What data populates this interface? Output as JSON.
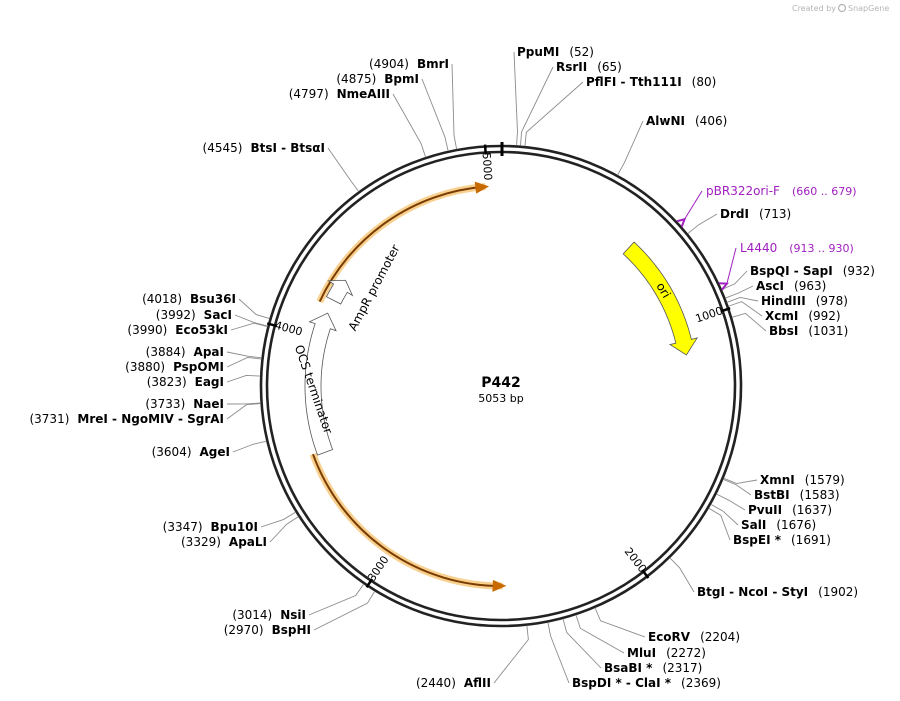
{
  "credit": {
    "created_by": "Created by",
    "brand": "SnapGene"
  },
  "plasmid": {
    "name": "P442",
    "length_label": "5053 bp",
    "length": 5053
  },
  "ticks": [
    "1000",
    "2000",
    "3000",
    "4000",
    "5000"
  ],
  "features": [
    {
      "name": "ori",
      "start": 600,
      "end": 1130,
      "dir": "fwd",
      "color": "#ffff00",
      "kind": "arrow"
    },
    {
      "name": "AmpR promoter",
      "start": 4170,
      "end": 4270,
      "dir": "fwd",
      "color": "#ffffff",
      "kind": "arrow"
    },
    {
      "name": "OCS terminator",
      "start": 3500,
      "end": 4110,
      "dir": "fwd",
      "color": "#ffffff",
      "kind": "arrow"
    }
  ],
  "orfs": [
    {
      "start": 4140,
      "end": 4990,
      "dir": "fwd"
    },
    {
      "start": 2520,
      "end": 3510,
      "dir": "rev"
    }
  ],
  "sites": [
    {
      "name": "PpuMI",
      "pos": "(52)",
      "bp": 52
    },
    {
      "name": "RsrII",
      "pos": "(65)",
      "bp": 65
    },
    {
      "name": "PflFI  -  Tth111I",
      "pos": "(80)",
      "bp": 80
    },
    {
      "name": "AlwNI",
      "pos": "(406)",
      "bp": 406
    },
    {
      "name": "DrdI",
      "pos": "(713)",
      "bp": 713
    },
    {
      "name": "BspQI  -  SapI",
      "pos": "(932)",
      "bp": 932
    },
    {
      "name": "AscI",
      "pos": "(963)",
      "bp": 963
    },
    {
      "name": "HindIII",
      "pos": "(978)",
      "bp": 978
    },
    {
      "name": "XcmI",
      "pos": "(992)",
      "bp": 992
    },
    {
      "name": "BbsI",
      "pos": "(1031)",
      "bp": 1031
    },
    {
      "name": "XmnI",
      "pos": "(1579)",
      "bp": 1579
    },
    {
      "name": "BstBI",
      "pos": "(1583)",
      "bp": 1583
    },
    {
      "name": "PvuII",
      "pos": "(1637)",
      "bp": 1637
    },
    {
      "name": "SalI",
      "pos": "(1676)",
      "bp": 1676
    },
    {
      "name": "BspEI *",
      "pos": "(1691)",
      "bp": 1691
    },
    {
      "name": "BtgI  -  NcoI  -  StyI",
      "pos": "(1902)",
      "bp": 1902
    },
    {
      "name": "EcoRV",
      "pos": "(2204)",
      "bp": 2204
    },
    {
      "name": "MluI",
      "pos": "(2272)",
      "bp": 2272
    },
    {
      "name": "BsaBI *",
      "pos": "(2317)",
      "bp": 2317
    },
    {
      "name": "BspDI *  -  ClaI *",
      "pos": "(2369)",
      "bp": 2369
    },
    {
      "name": "AflII",
      "pos": "(2440)",
      "bp": 2440
    },
    {
      "name": "BspHI",
      "pos": "(2970)",
      "bp": 2970
    },
    {
      "name": "NsiI",
      "pos": "(3014)",
      "bp": 3014
    },
    {
      "name": "ApaLI",
      "pos": "(3329)",
      "bp": 3329
    },
    {
      "name": "Bpu10I",
      "pos": "(3347)",
      "bp": 3347
    },
    {
      "name": "AgeI",
      "pos": "(3604)",
      "bp": 3604
    },
    {
      "name": "MreI  -  NgoMIV  -  SgrAI",
      "pos": "(3731)",
      "bp": 3731
    },
    {
      "name": "NaeI",
      "pos": "(3733)",
      "bp": 3733
    },
    {
      "name": "EagI",
      "pos": "(3823)",
      "bp": 3823
    },
    {
      "name": "PspOMI",
      "pos": "(3880)",
      "bp": 3880
    },
    {
      "name": "ApaI",
      "pos": "(3884)",
      "bp": 3884
    },
    {
      "name": "Eco53kI",
      "pos": "(3990)",
      "bp": 3990
    },
    {
      "name": "SacI",
      "pos": "(3992)",
      "bp": 3992
    },
    {
      "name": "Bsu36I",
      "pos": "(4018)",
      "bp": 4018
    },
    {
      "name": "BtsI  -  BtsαI",
      "pos": "(4545)",
      "bp": 4545
    },
    {
      "name": "NmeAIII",
      "pos": "(4797)",
      "bp": 4797
    },
    {
      "name": "BpmI",
      "pos": "(4875)",
      "bp": 4875
    },
    {
      "name": "BmrI",
      "pos": "(4904)",
      "bp": 4904
    }
  ],
  "primers": [
    {
      "name": "pBR322ori-F",
      "range": "(660 .. 679)",
      "bp": 670
    },
    {
      "name": "L4440",
      "range": "(913 .. 930)",
      "bp": 921
    }
  ]
}
